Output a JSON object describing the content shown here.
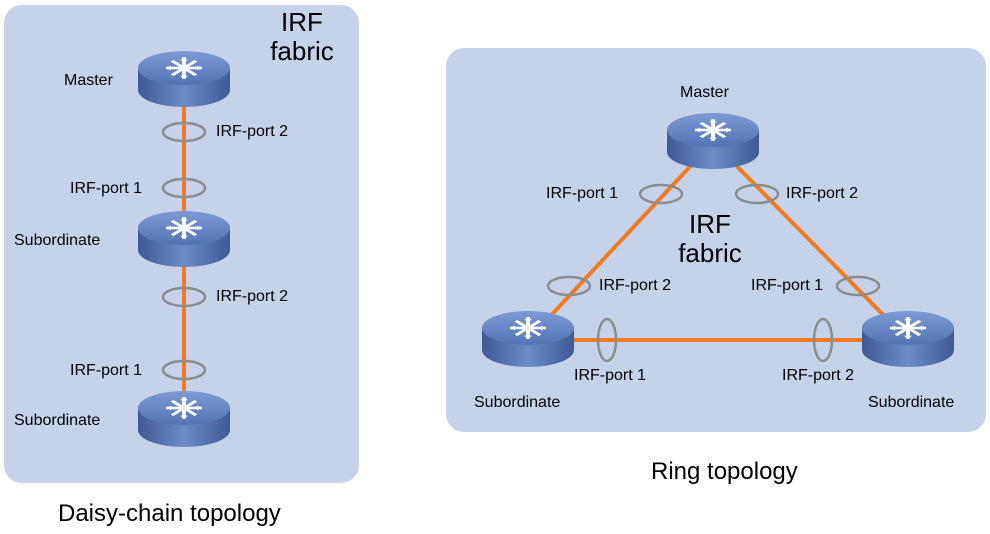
{
  "daisy_chain": {
    "fabric_label": [
      "IRF",
      "fabric"
    ],
    "caption": "Daisy-chain topology",
    "devices": [
      "Master",
      "Subordinate",
      "Subordinate"
    ],
    "ports": [
      "IRF-port 2",
      "IRF-port 1",
      "IRF-port 2",
      "IRF-port 1"
    ]
  },
  "ring": {
    "fabric_label": [
      "IRF",
      "fabric"
    ],
    "caption": "Ring topology",
    "devices": [
      "Master",
      "Subordinate",
      "Subordinate"
    ],
    "ports": [
      "IRF-port 1",
      "IRF-port 2",
      "IRF-port 2",
      "IRF-port 1",
      "IRF-port 1",
      "IRF-port 2"
    ]
  },
  "colors": {
    "panel": "#c5d2ea",
    "link": "#f07a22",
    "port_ring": "#8c8c8c",
    "device": "#4f6fae"
  }
}
